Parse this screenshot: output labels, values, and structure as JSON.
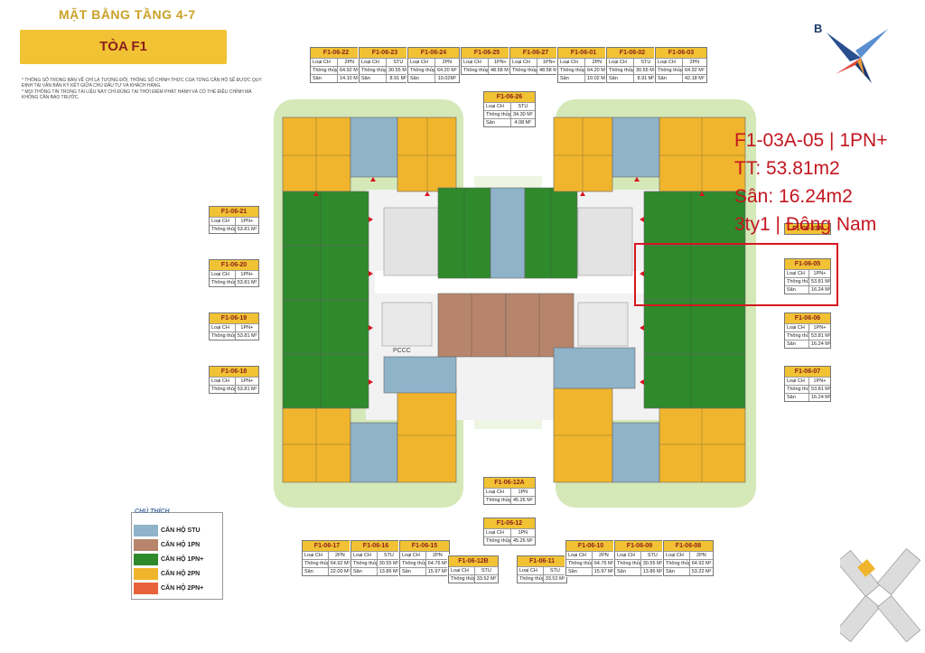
{
  "header": {
    "floor_title": "MẶT BẰNG TẦNG 4-7",
    "tower": "TÒA F1",
    "notes": [
      "* THÔNG SỐ TRONG BẢN VẼ CHỈ LÀ TƯƠNG ĐỐI, THÔNG SỐ CHÍNH THỨC CỦA TỪNG CĂN HỘ SẼ ĐƯỢC QUY",
      "ĐỊNH TẠI VĂN BẢN KÝ KẾT GIỮA CHỦ ĐẦU TƯ VÀ KHÁCH HÀNG.",
      "* MỌI THÔNG TIN TRONG TÀI LIỆU NÀY CHỈ ĐÚNG TẠI THỜI ĐIỂM PHÁT HÀNH VÀ CÓ THỂ ĐIỀU CHỈNH MÀ",
      "KHÔNG CẦN BÁO TRƯỚC."
    ]
  },
  "compass_letter": "B",
  "row_labels": {
    "type": "Loại CH",
    "area": "Thông thủy",
    "yard": "Sân"
  },
  "units": [
    {
      "id": "F1-06-22",
      "type": "2PN",
      "area": "64.92 M²",
      "yard": "14.10 M²"
    },
    {
      "id": "F1-06-23",
      "type": "STU",
      "area": "30.55 M²",
      "yard": "8.91 M²"
    },
    {
      "id": "F1-06-24",
      "type": "2PN",
      "area": "64.20 M²",
      "yard": "10.02M²"
    },
    {
      "id": "F1-06-25",
      "type": "1PN+",
      "area": "48.58 M²"
    },
    {
      "id": "F1-06-27",
      "type": "1PN+",
      "area": "48.58 M²"
    },
    {
      "id": "F1-06-01",
      "type": "2PN",
      "area": "64.20 M²",
      "yard": "10.02 M²"
    },
    {
      "id": "F1-06-02",
      "type": "STU",
      "area": "30.55 M²",
      "yard": "8.91 M²"
    },
    {
      "id": "F1-06-03",
      "type": "2PN",
      "area": "64.92 M²",
      "yard": "42.18 M²"
    },
    {
      "id": "F1-06-26",
      "type": "STU",
      "area": "34.30 M²",
      "yard": "4.08 M²"
    },
    {
      "id": "F1-06-21",
      "type": "1PN+",
      "area": "53.81 M²"
    },
    {
      "id": "F1-06-20",
      "type": "1PN+",
      "area": "53.81 M²"
    },
    {
      "id": "F1-06-19",
      "type": "1PN+",
      "area": "53.81 M²"
    },
    {
      "id": "F1-06-18",
      "type": "1PN+",
      "area": "53.81 M²"
    },
    {
      "id": "F1-06-05",
      "type": "1PN+",
      "area": "53.81 M²",
      "yard": "16.24 M²"
    },
    {
      "id": "F1-06-06",
      "type": "1PN+",
      "area": "53.81 M²",
      "yard": "16.24 M²"
    },
    {
      "id": "F1-06-07",
      "type": "1PN+",
      "area": "53.81 M²",
      "yard": "16.24 M²"
    },
    {
      "id": "F1-06-12A",
      "type": "1PN",
      "area": "45.26 M²"
    },
    {
      "id": "F1-06-12",
      "type": "1PN",
      "area": "45.26 M²"
    },
    {
      "id": "F1-06-17",
      "type": "2PN",
      "area": "64.92 M²",
      "yard": "22.00 M²"
    },
    {
      "id": "F1-06-16",
      "type": "STU",
      "area": "30.55 M²",
      "yard": "13.86 M²"
    },
    {
      "id": "F1-06-15",
      "type": "2PN",
      "area": "64.76 M²",
      "yard": "15.97 M²"
    },
    {
      "id": "F1-06-12B",
      "type": "STU",
      "area": "33.52 M²"
    },
    {
      "id": "F1-06-11",
      "type": "STU",
      "area": "33.52 M²"
    },
    {
      "id": "F1-06-10",
      "type": "2PN",
      "area": "64.76 M²",
      "yard": "15.97 M²"
    },
    {
      "id": "F1-06-09",
      "type": "STU",
      "area": "30.55 M²",
      "yard": "13.86 M²"
    },
    {
      "id": "F1-06-08",
      "type": "2PN",
      "area": "64.92 M²",
      "yard": "53.22 M²"
    }
  ],
  "callout": {
    "line1": "F1-03A-05 | 1PN+",
    "line2": "TT: 53.81m2",
    "line3": "Sân: 16.24m2",
    "line4": "3ty1 | Đông Nam",
    "under_label": "F1-06-03A"
  },
  "pccc": "PCCC",
  "legend": {
    "title": "CHÚ THÍCH",
    "items": [
      {
        "label": "CĂN HỘ STU",
        "color": "#8fb3c9"
      },
      {
        "label": "CĂN HỘ 1PN",
        "color": "#b7856b"
      },
      {
        "label": "CĂN HỘ 1PN+",
        "color": "#2f8a2c"
      },
      {
        "label": "CĂN HỘ 2PN",
        "color": "#f0b52d"
      },
      {
        "label": "CĂN HỘ 2PN+",
        "color": "#e8633a"
      }
    ]
  },
  "colors": {
    "stu": "#8fb3c9",
    "one_pn": "#b7856b",
    "one_pn_plus": "#2f8a2c",
    "two_pn": "#f0b52d",
    "landscape": "#d5e8b8",
    "core": "#ececec",
    "accent": "#d4161f"
  }
}
